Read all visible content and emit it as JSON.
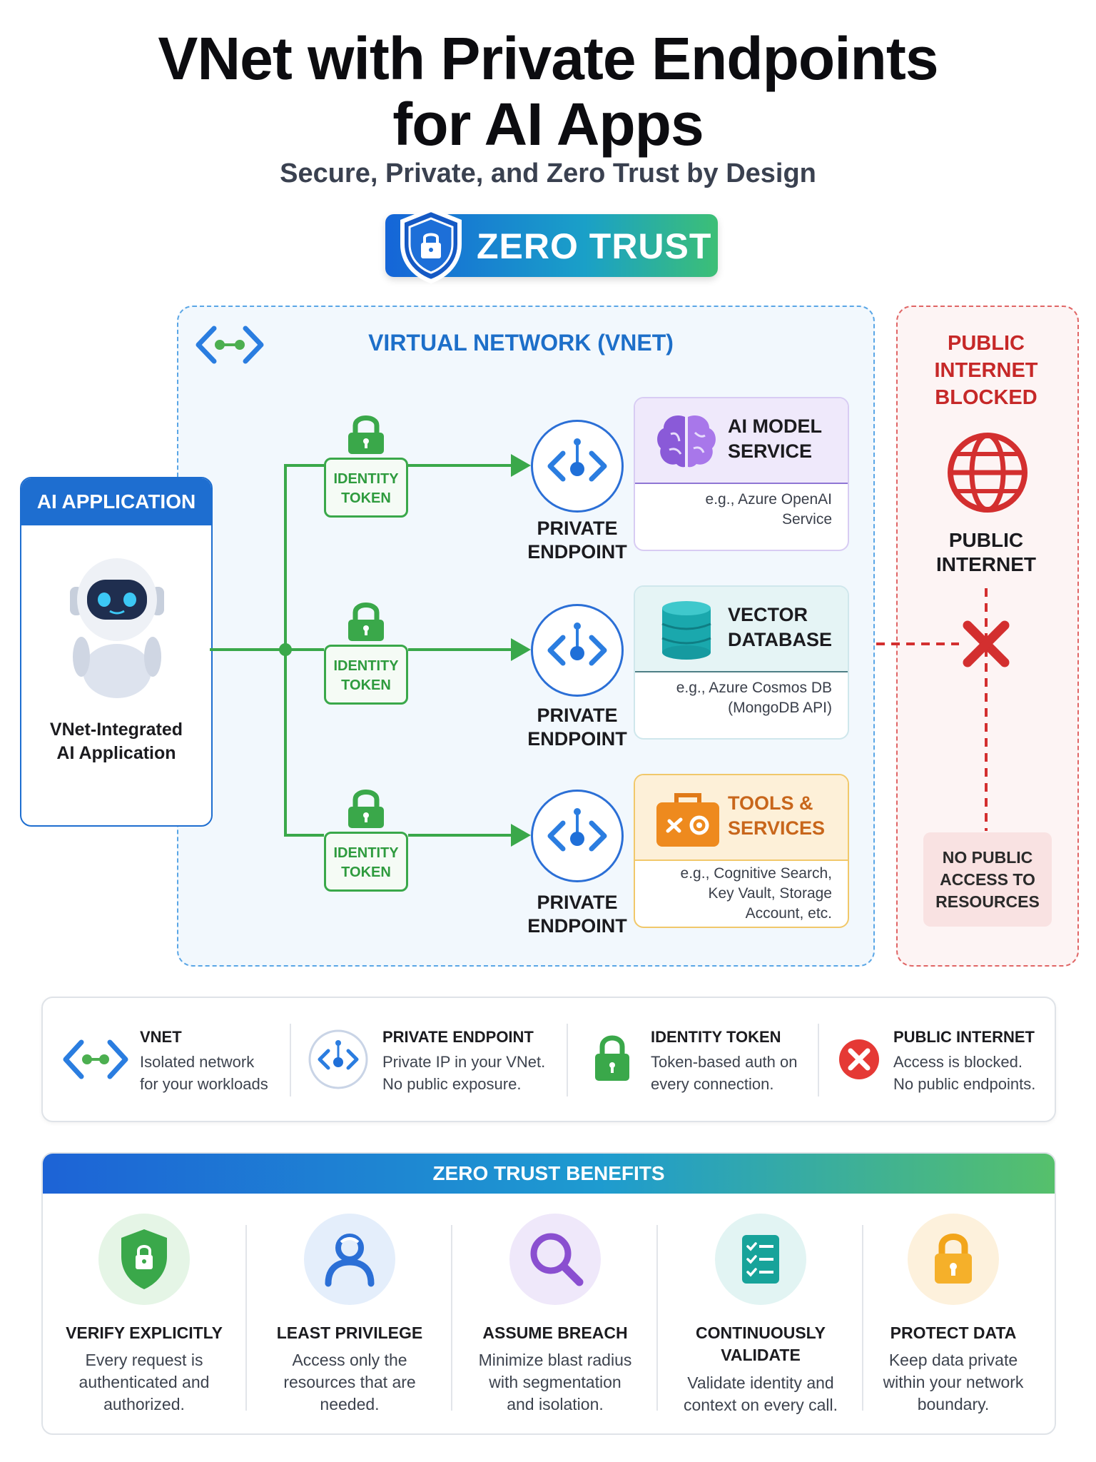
{
  "header": {
    "title_line1": "VNet with Private Endpoints",
    "title_line2": "for AI Apps",
    "subtitle": "Secure, Private, and Zero Trust by Design",
    "badge": "ZERO TRUST"
  },
  "vnet": {
    "title": "VIRTUAL NETWORK (VNET)"
  },
  "app": {
    "header": "AI APPLICATION",
    "label_line1": "VNet-Integrated",
    "label_line2": "AI Application"
  },
  "token": {
    "line1": "IDENTITY",
    "line2": "TOKEN"
  },
  "endpoint": {
    "line1": "PRIVATE",
    "line2": "ENDPOINT"
  },
  "services": [
    {
      "name_line1": "AI MODEL",
      "name_line2": "SERVICE",
      "desc": [
        "e.g., Azure OpenAI",
        "Service"
      ],
      "color": "#b9a6ea"
    },
    {
      "name_line1": "VECTOR",
      "name_line2": "DATABASE",
      "desc": [
        "e.g., Azure Cosmos DB",
        "(MongoDB API)"
      ],
      "color": "#9fd9de"
    },
    {
      "name_line1": "TOOLS &",
      "name_line2": "SERVICES",
      "desc": [
        "e.g., Cognitive Search,",
        "Key Vault, Storage",
        "Account, etc."
      ],
      "color": "#f2c25a"
    }
  ],
  "public": {
    "title_line1": "PUBLIC INTERNET",
    "title_line2": "BLOCKED",
    "label_line1": "PUBLIC",
    "label_line2": "INTERNET",
    "no_access": [
      "NO PUBLIC",
      "ACCESS TO",
      "RESOURCES"
    ]
  },
  "legend": [
    {
      "title": "VNET",
      "desc": [
        "Isolated network",
        "for your workloads"
      ],
      "icon": "vnet-icon"
    },
    {
      "title": "PRIVATE ENDPOINT",
      "desc": [
        "Private IP in your VNet.",
        "No public exposure."
      ],
      "icon": "private-endpoint-icon"
    },
    {
      "title": "IDENTITY TOKEN",
      "desc": [
        "Token-based auth on",
        "every connection."
      ],
      "icon": "lock-icon"
    },
    {
      "title": "PUBLIC INTERNET",
      "desc": [
        "Access is blocked.",
        "No public endpoints."
      ],
      "icon": "blocked-icon"
    }
  ],
  "benefits": {
    "header": "ZERO TRUST BENEFITS",
    "items": [
      {
        "title": [
          "VERIFY EXPLICITLY"
        ],
        "desc": [
          "Every request is",
          "authenticated and",
          "authorized."
        ],
        "icon": "shield-lock-icon"
      },
      {
        "title": [
          "LEAST PRIVILEGE"
        ],
        "desc": [
          "Access only the",
          "resources that are",
          "needed."
        ],
        "icon": "user-icon"
      },
      {
        "title": [
          "ASSUME BREACH"
        ],
        "desc": [
          "Minimize blast radius",
          "with segmentation",
          "and isolation."
        ],
        "icon": "magnifier-icon"
      },
      {
        "title": [
          "CONTINUOUSLY",
          "VALIDATE"
        ],
        "desc": [
          "Validate identity and",
          "context on every call."
        ],
        "icon": "checklist-icon"
      },
      {
        "title": [
          "PROTECT DATA"
        ],
        "desc": [
          "Keep data private",
          "within your network",
          "boundary."
        ],
        "icon": "padlock-icon"
      }
    ]
  },
  "colors": {
    "accent_blue": "#1e6ed0",
    "token_green": "#3aa84a",
    "blocked_red": "#d32f2f"
  }
}
